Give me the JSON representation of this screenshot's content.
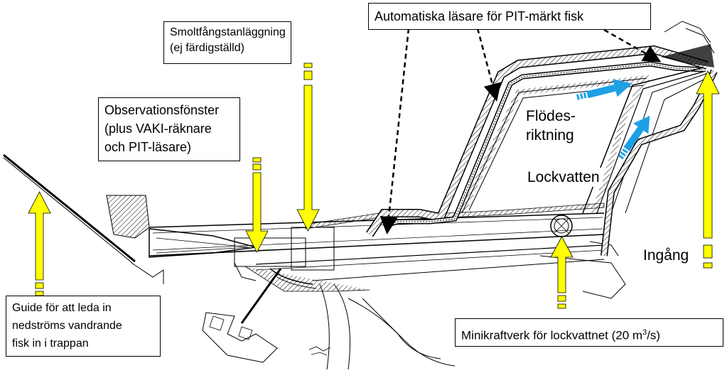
{
  "callouts": {
    "smolt": {
      "line1": "Smoltfångstanläggning",
      "line2": "(ej färdigställd)"
    },
    "obs": {
      "line1": "Observationsfönster",
      "line2": "(plus VAKI-räknare",
      "line3": "och PIT-läsare)"
    },
    "readers": "Automatiska läsare för PIT-märkt fisk",
    "guide": {
      "line1": "Guide för att leda in",
      "line2": "nedströms vandrande",
      "line3": "fisk in i trappan"
    },
    "power": {
      "prefix": "Minikraftverk för lockvattnet (20 m",
      "sup": "3",
      "suffix": "/s)"
    }
  },
  "labels": {
    "flow_line1": "Flödes-",
    "flow_line2": "riktning",
    "attraction": "Lockvatten",
    "entrance": "Ingång"
  },
  "colors": {
    "arrow_yellow": "#ffff00",
    "arrow_blue": "#1ea0e6",
    "line": "#000000"
  }
}
